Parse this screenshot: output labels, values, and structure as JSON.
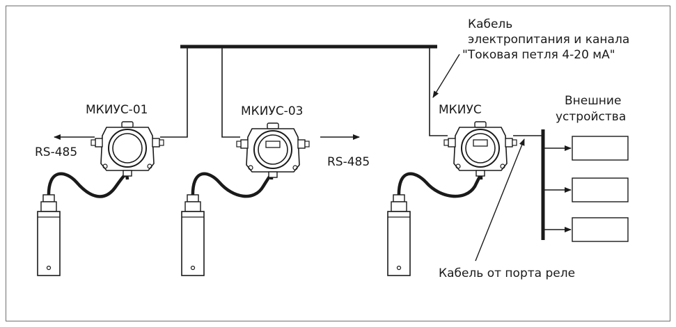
{
  "labels": {
    "device1": "МКИУС-01",
    "device2": "МКИУС-03",
    "device3": "МКИУС",
    "rs485_left": "RS-485",
    "rs485_right": "RS-485",
    "cable_line1": "Кабель",
    "cable_line2": "электропитания и канала",
    "cable_line3": "\"Токовая петля 4-20 мА\"",
    "ext_line1": "Внешние",
    "ext_line2": "устройства",
    "relay_cable": "Кабель от порта реле"
  },
  "colors": {
    "line": "#1a1a1a",
    "frame": "#6f6f6f",
    "background": "#ffffff"
  }
}
